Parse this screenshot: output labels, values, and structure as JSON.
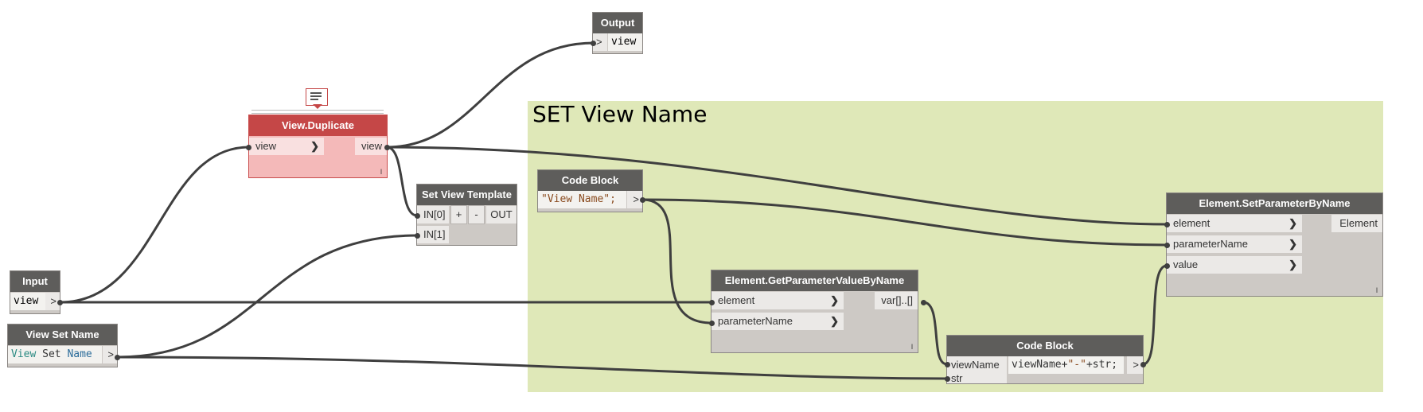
{
  "group": {
    "title": "SET View Name"
  },
  "nodes": {
    "output": {
      "title": "Output",
      "in_arrow": ">",
      "value": "view"
    },
    "view_duplicate": {
      "title": "View.Duplicate",
      "in": "view",
      "out": "view",
      "foot": "l"
    },
    "set_view_template": {
      "title": "Set View Template",
      "in0": "IN[0]",
      "in1": "IN[1]",
      "plus": "+",
      "minus": "-",
      "out": "OUT"
    },
    "input": {
      "title": "Input",
      "value": "view",
      "out_arrow": ">"
    },
    "view_set_name": {
      "title": "View Set Name",
      "w1": "View",
      "w2": "Set",
      "w3": "Name",
      "out_arrow": ">"
    },
    "code_block_1": {
      "title": "Code Block",
      "code": "\"View Name\";",
      "out_arrow": ">"
    },
    "get_param": {
      "title": "Element.GetParameterValueByName",
      "in1": "element",
      "in2": "parameterName",
      "out": "var[]..[]",
      "foot": "l"
    },
    "code_block_2": {
      "title": "Code Block",
      "in1": "viewName",
      "in2": "str",
      "code_a": "viewName+",
      "code_b": "\"-\"",
      "code_c": "+str;",
      "out_arrow": ">"
    },
    "set_param": {
      "title": "Element.SetParameterByName",
      "in1": "element",
      "in2": "parameterName",
      "in3": "value",
      "out": "Element",
      "foot": "l"
    }
  },
  "colors": {
    "wire": "#3f3f3f",
    "group": "#dfe8b8",
    "node_header": "#5e5d5b",
    "error_header": "#c54747",
    "error_body": "#f4b9b9"
  }
}
